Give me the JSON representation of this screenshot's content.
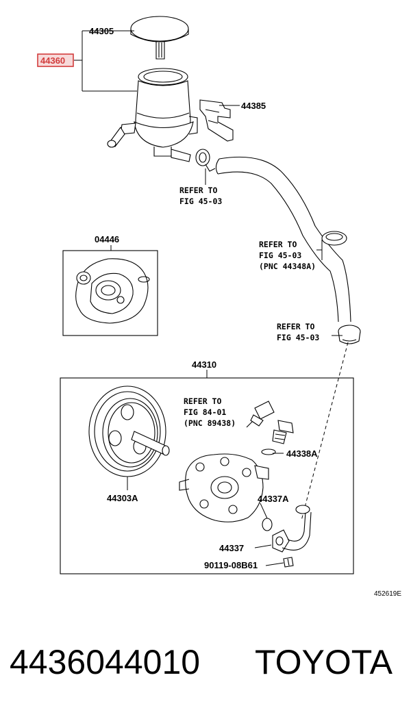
{
  "callouts": {
    "c44305": "44305",
    "c44360": "44360",
    "c44385": "44385",
    "c04446": "04446",
    "c44310": "44310",
    "c44303A": "44303A",
    "c44338A": "44338A",
    "c44337A": "44337A",
    "c44337": "44337",
    "c90119": "90119-08B61"
  },
  "references": {
    "r1_line1": "REFER TO",
    "r1_line2": "FIG 45-03",
    "r2_line1": "REFER TO",
    "r2_line2": "FIG 45-03",
    "r2_line3": "(PNC 44348A)",
    "r3_line1": "REFER TO",
    "r3_line2": "FIG 45-03",
    "r4_line1": "REFER TO",
    "r4_line2": "FIG 84-01",
    "r4_line3": "(PNC 89438)"
  },
  "figure_id": "452619E",
  "footer": {
    "part_number": "4436044010",
    "brand": "TOYOTA"
  },
  "highlight_color": "#d23c3c"
}
